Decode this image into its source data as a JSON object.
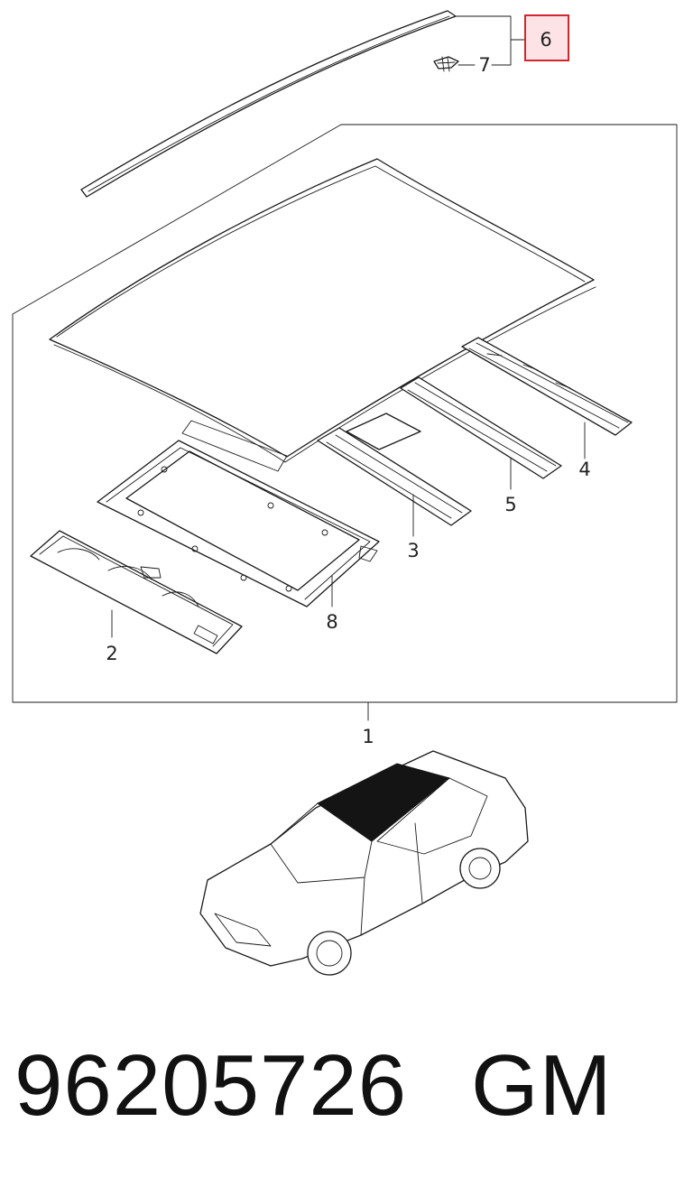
{
  "callouts": {
    "c1": "1",
    "c2": "2",
    "c3": "3",
    "c4": "4",
    "c5": "5",
    "c6": "6",
    "c7": "7",
    "c8": "8"
  },
  "highlighted_callout": "6",
  "highlight_color": "#d0282e",
  "footer": {
    "part_number": "96205726",
    "brand": "GM"
  }
}
